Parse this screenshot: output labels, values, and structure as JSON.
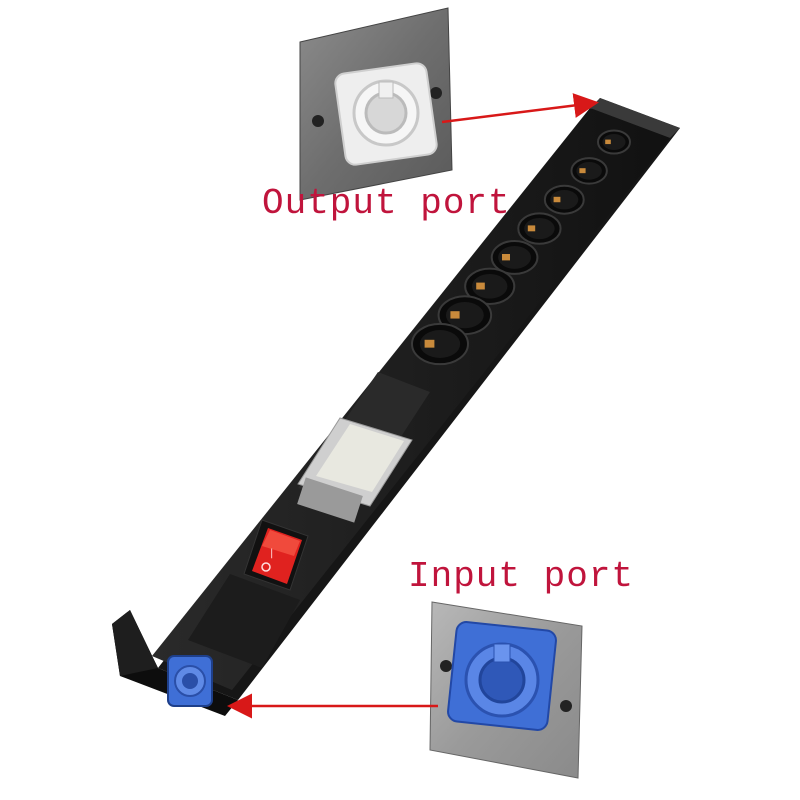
{
  "labels": {
    "output_port": "Output port",
    "input_port": "Input port"
  },
  "colors": {
    "label_text": "#c0143c",
    "arrow": "#d81818",
    "strip_body": "#1a1a1a",
    "output_connector": "#e9e9e9",
    "input_connector": "#3f6fd6",
    "switch": "#e0221f",
    "mounting_plate": "#7c7c7c"
  },
  "product": {
    "socket_count": 8,
    "components": [
      "output-port",
      "schuko-sockets",
      "emi-filter",
      "rocker-switch",
      "input-port"
    ]
  },
  "icons": {
    "output_connector": "powercon-white-icon",
    "input_connector": "powercon-blue-icon"
  }
}
